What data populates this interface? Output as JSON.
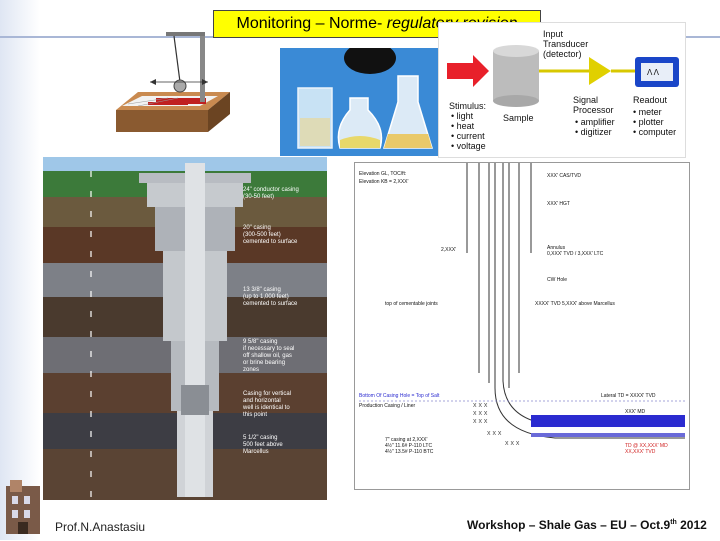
{
  "title": {
    "prefix": "Monitoring – Norme- ",
    "italic": "regulatory revision"
  },
  "instrument_diagram": {
    "input": "Input",
    "transducer": "Transducer\n(detector)",
    "stimulus_heading": "Stimulus:",
    "stimulus_items": [
      "• light",
      "• heat",
      "• current",
      "• voltage"
    ],
    "sample": "Sample",
    "processor_heading": "Signal\nProcessor",
    "processor_items": [
      "• amplifier",
      "• digitizer"
    ],
    "readout_heading": "Readout",
    "readout_items": [
      "• meter",
      "• plotter",
      "• computer"
    ],
    "meter_face": "Λ Λ"
  },
  "casing_labels": [
    "24\" conductor casing\n(30-50 feet)",
    "20\" casing\n(300-500 feet)\ncemented to surface",
    "13 3/8\" casing\n(up to 1,000 feet)\ncemented to surface",
    "9 5/8\" casing\nif necessary to seal\noff shallow oil, gas\nor brine bearing\nzones",
    "Casing for vertical\nand horizontal\nwell is identical to\nthis point",
    "5 1/2\" casing\n500 feet above\nMarcellus"
  ],
  "wellbore_labels": {
    "elev_top": "Elevation GL, TOC/ft:",
    "elev_kb": "Elevation KB = 2,XXX'",
    "l1": "XXX' CAS/TVD",
    "l2": "XXX' HGT",
    "l3": "2,XXX'",
    "l4": "Annulus\n0,XXX' TVD / 3,XXX' LTC",
    "l5": "CW Hole",
    "l6": "top of cementable joints",
    "l7": "XXXX' TVD 5,XXX' above Marcellus",
    "l8": "Bottom Of Casing Hole = Top of Salt",
    "l9": "Production Casing / Liner",
    "l10": "Lateral TD = XXXX' TVD",
    "l11": "XXX' MD",
    "l12": "7\" casing at 2,XXX'\n4½\" 11.6# P-110 LTC\n4½\" 13.5# P-110 BTC",
    "l13": "TD @ XX,XXX' MD\nXX,XXX' TVD"
  },
  "footer": {
    "author": "Prof.N.Anastasiu",
    "event": "Workshop – Shale Gas – EU – Oct.9",
    "event_sup": "th",
    "year": " 2012"
  },
  "colors": {
    "title_bg": "#ffff00",
    "arrow_red": "#e8202a",
    "signal_yellow": "#d8c800",
    "casing_blue": "#2b2bd0",
    "readout_blue": "#1a46c8"
  }
}
